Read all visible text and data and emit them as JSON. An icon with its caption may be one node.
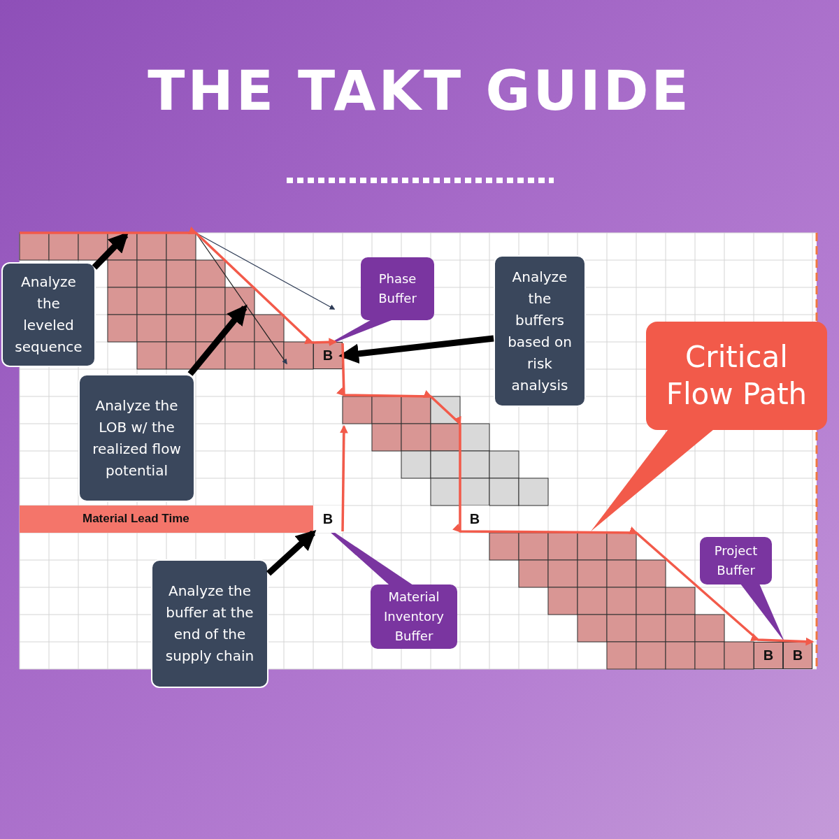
{
  "diagram": {
    "title": "THE TAKT GUIDE",
    "nodes": [
      {
        "text": [
          "Analyze the leveled sequence"
        ]
      },
      {
        "text": [
          "Analyze the LOB w/ the realized flow potential"
        ]
      },
      {
        "text": [
          "Analyze the buffers based on risk analysis"
        ]
      },
      {
        "text": [
          "Analyze the buffer at the end of the supply chain"
        ]
      },
      {
        "text": [
          "Phase Buffer"
        ]
      },
      {
        "text": [
          "Material Inventory Buffer"
        ]
      },
      {
        "text": [
          "Project Buffer"
        ]
      },
      {
        "text": [
          "Critical Flow Path"
        ]
      },
      {
        "text": [
          "B"
        ]
      },
      {
        "text": [
          "B"
        ]
      },
      {
        "text": [
          "B"
        ]
      },
      {
        "text": [
          "B"
        ]
      },
      {
        "text": [
          "B"
        ]
      },
      {
        "text": [
          "Material Lead Time"
        ]
      }
    ],
    "edges": [
      {
        "from": 0,
        "to": null,
        "arrow": "to"
      },
      {
        "from": 1,
        "to": null,
        "arrow": "to"
      },
      {
        "from": 2,
        "to": 8,
        "arrow": "to"
      },
      {
        "from": 3,
        "to": 9,
        "arrow": "to"
      },
      {
        "from": 4,
        "to": 8,
        "arrow": "none"
      },
      {
        "from": 5,
        "to": 9,
        "arrow": "none"
      },
      {
        "from": 6,
        "to": 12,
        "arrow": "to"
      },
      {
        "from": 7,
        "to": null,
        "arrow": "to"
      },
      {
        "from": null,
        "to": 8,
        "arrow": "to",
        "color": "#f25a4a"
      },
      {
        "from": 8,
        "to": 12,
        "arrow": "to",
        "color": "#f25a4a"
      },
      {
        "from": 9,
        "to": null,
        "arrow": "to",
        "color": "#f25a4a"
      }
    ]
  }
}
